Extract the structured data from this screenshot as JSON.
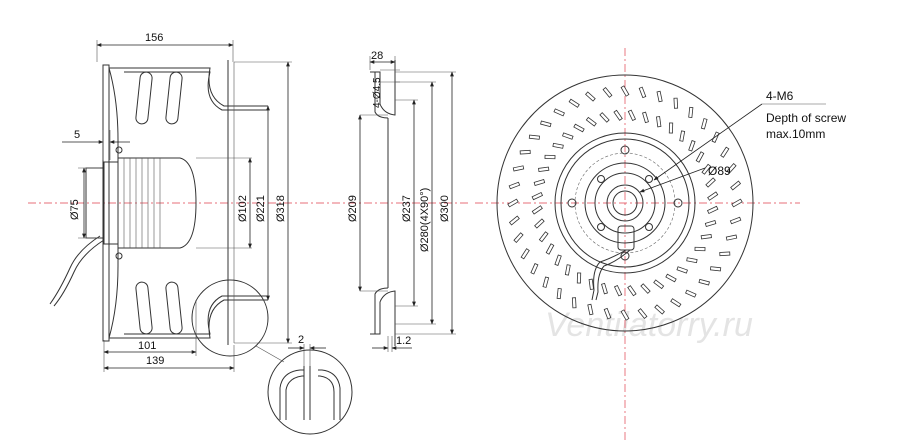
{
  "side_view": {
    "dims": {
      "overall_width": "156",
      "flange": "5",
      "hub": "Ø75",
      "d102": "Ø102",
      "d221": "Ø221",
      "d318": "Ø318",
      "w101": "101",
      "w139": "139"
    }
  },
  "detail": {
    "gap": "2"
  },
  "section_view": {
    "dims": {
      "w28": "28",
      "holes": "4-Ø4.5",
      "d209": "Ø209",
      "d237": "Ø237",
      "d280": "Ø280(4X90°)",
      "d300": "Ø300",
      "t12": "1.2"
    }
  },
  "front_view": {
    "screw_spec": "4-M6",
    "note_line1": "Depth of screw",
    "note_line2": "max.10mm",
    "d89": "Ø89"
  },
  "watermark": "Ventilatorry.ru",
  "colors": {
    "centerline": "#e0404f",
    "ink": "#222222"
  }
}
